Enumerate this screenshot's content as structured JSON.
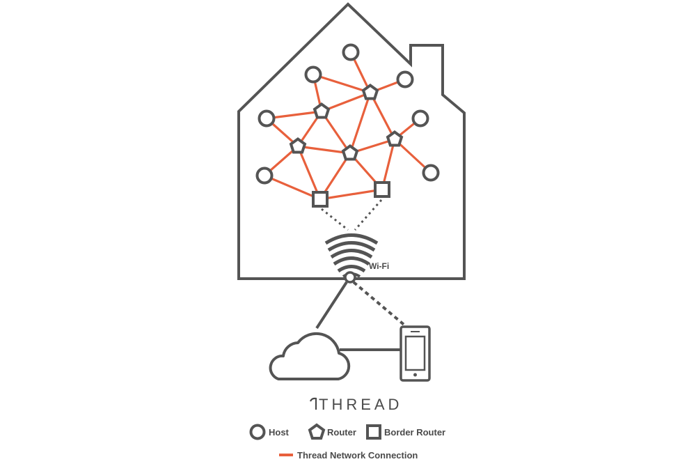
{
  "brand": {
    "name": "THREAD"
  },
  "wifi": {
    "label": "Wi-Fi"
  },
  "legend": {
    "host": "Host",
    "router": "Router",
    "border_router": "Border Router",
    "connection": "Thread Network Connection"
  },
  "colors": {
    "outline": "#545454",
    "connection": "#e8603c",
    "background": "#ffffff"
  },
  "icons": {
    "host": "circle-icon",
    "router": "pentagon-icon",
    "border_router": "square-icon",
    "wifi": "wifi-icon",
    "cloud": "cloud-icon",
    "phone": "smartphone-icon",
    "house": "house-icon"
  }
}
